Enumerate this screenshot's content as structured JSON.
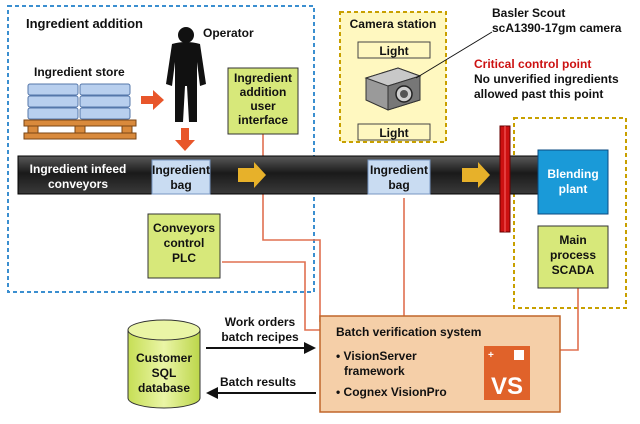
{
  "zones": {
    "ingredient_addition": {
      "title": "Ingredient addition",
      "border": "#3b8fd0"
    },
    "camera_station": {
      "title": "Camera station",
      "border": "#c8a000"
    }
  },
  "operator": {
    "label": "Operator"
  },
  "ingredient_store": {
    "label": "Ingredient store"
  },
  "camera": {
    "callout_line1": "Basler Scout",
    "callout_line2": "scA1390-17gm camera",
    "light_top": "Light",
    "light_bottom": "Light"
  },
  "critical_point": {
    "title": "Critical control point",
    "line1": "No unverified ingredients",
    "line2": "allowed past this point",
    "color": "#cc1111"
  },
  "conveyor": {
    "label_line1": "Ingredient infeed",
    "label_line2": "conveyors",
    "bag1_line1": "Ingredient",
    "bag1_line2": "bag",
    "bag2_line1": "Ingredient",
    "bag2_line2": "bag"
  },
  "boxes": {
    "ui": {
      "line1": "Ingredient",
      "line2": "addition",
      "line3": "user",
      "line4": "interface"
    },
    "plc": {
      "line1": "Conveyors",
      "line2": "control",
      "line3": "PLC"
    },
    "scada": {
      "line1": "Main",
      "line2": "process",
      "line3": "SCADA"
    },
    "blending": {
      "line1": "Blending",
      "line2": "plant"
    }
  },
  "batch_system": {
    "title": "Batch verification system",
    "item1_line1": "• VisionServer",
    "item1_line2": "framework",
    "item2": "• Cognex VisionPro",
    "logo": "VS"
  },
  "database": {
    "line1": "Customer",
    "line2": "SQL",
    "line3": "database"
  },
  "flows": {
    "orders_line1": "Work orders",
    "orders_line2": "batch recipes",
    "results": "Batch results"
  },
  "colors": {
    "green_box": "#d7e87a",
    "light_yellow": "#fff8c0",
    "orange_arrow": "#e8562a",
    "wire": "#e07050",
    "blue_box": "#1a9ad8",
    "bag_blue": "#c9dcf2",
    "batch_bg": "#f5cfa8"
  }
}
